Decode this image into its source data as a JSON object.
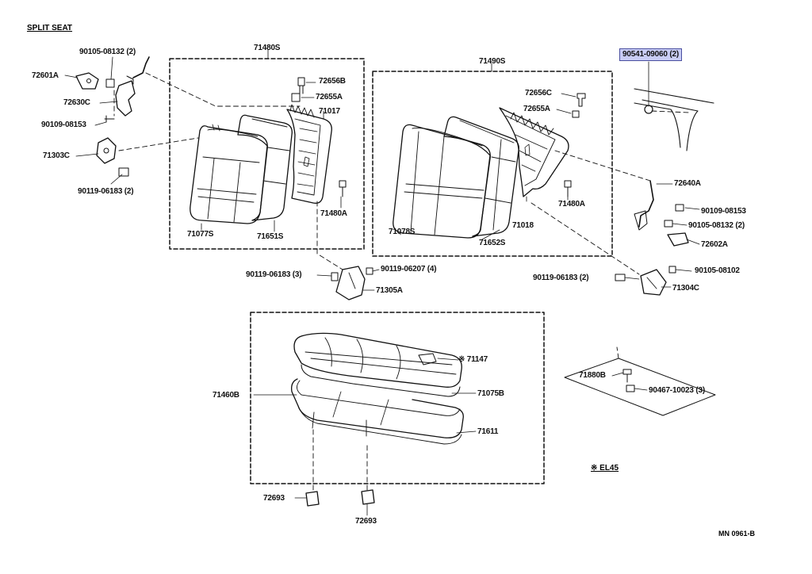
{
  "diagram": {
    "title": "SPLIT SEAT",
    "note": "※ EL45",
    "code": "MN 0961-B",
    "highlight_color": "#c9cdf5",
    "parts": {
      "p90105_08132_a": "90105-08132 (2)",
      "p72601A": "72601A",
      "p72630C": "72630C",
      "p90109_08153_a": "90109-08153",
      "p71303C": "71303C",
      "p90119_06183_2a": "90119-06183 (2)",
      "p71480S": "71480S",
      "p72656B": "72656B",
      "p72655A_a": "72655A",
      "p71017": "71017",
      "p71480A_a": "71480A",
      "p71077S": "71077S",
      "p71651S": "71651S",
      "p71490S": "71490S",
      "p72656C": "72656C",
      "p72655A_b": "72655A",
      "p71480A_b": "71480A",
      "p71078S": "71078S",
      "p71018": "71018",
      "p71652S": "71652S",
      "p90541_09060": "90541-09060 (2)",
      "p72640A": "72640A",
      "p90109_08153_b": "90109-08153",
      "p90105_08132_b": "90105-08132 (2)",
      "p72602A": "72602A",
      "p90105_08102": "90105-08102",
      "p90119_06183_2b": "90119-06183 (2)",
      "p71304C": "71304C",
      "p90119_06183_3": "90119-06183 (3)",
      "p90119_06207_4": "90119-06207 (4)",
      "p71305A": "71305A",
      "p71460B": "71460B",
      "p71147": "※ 71147",
      "p71075B": "71075B",
      "p71611": "71611",
      "p71880B": "71880B",
      "p90467_10023": "90467-10023 (3)",
      "p72693_a": "72693",
      "p72693_b": "72693"
    }
  }
}
